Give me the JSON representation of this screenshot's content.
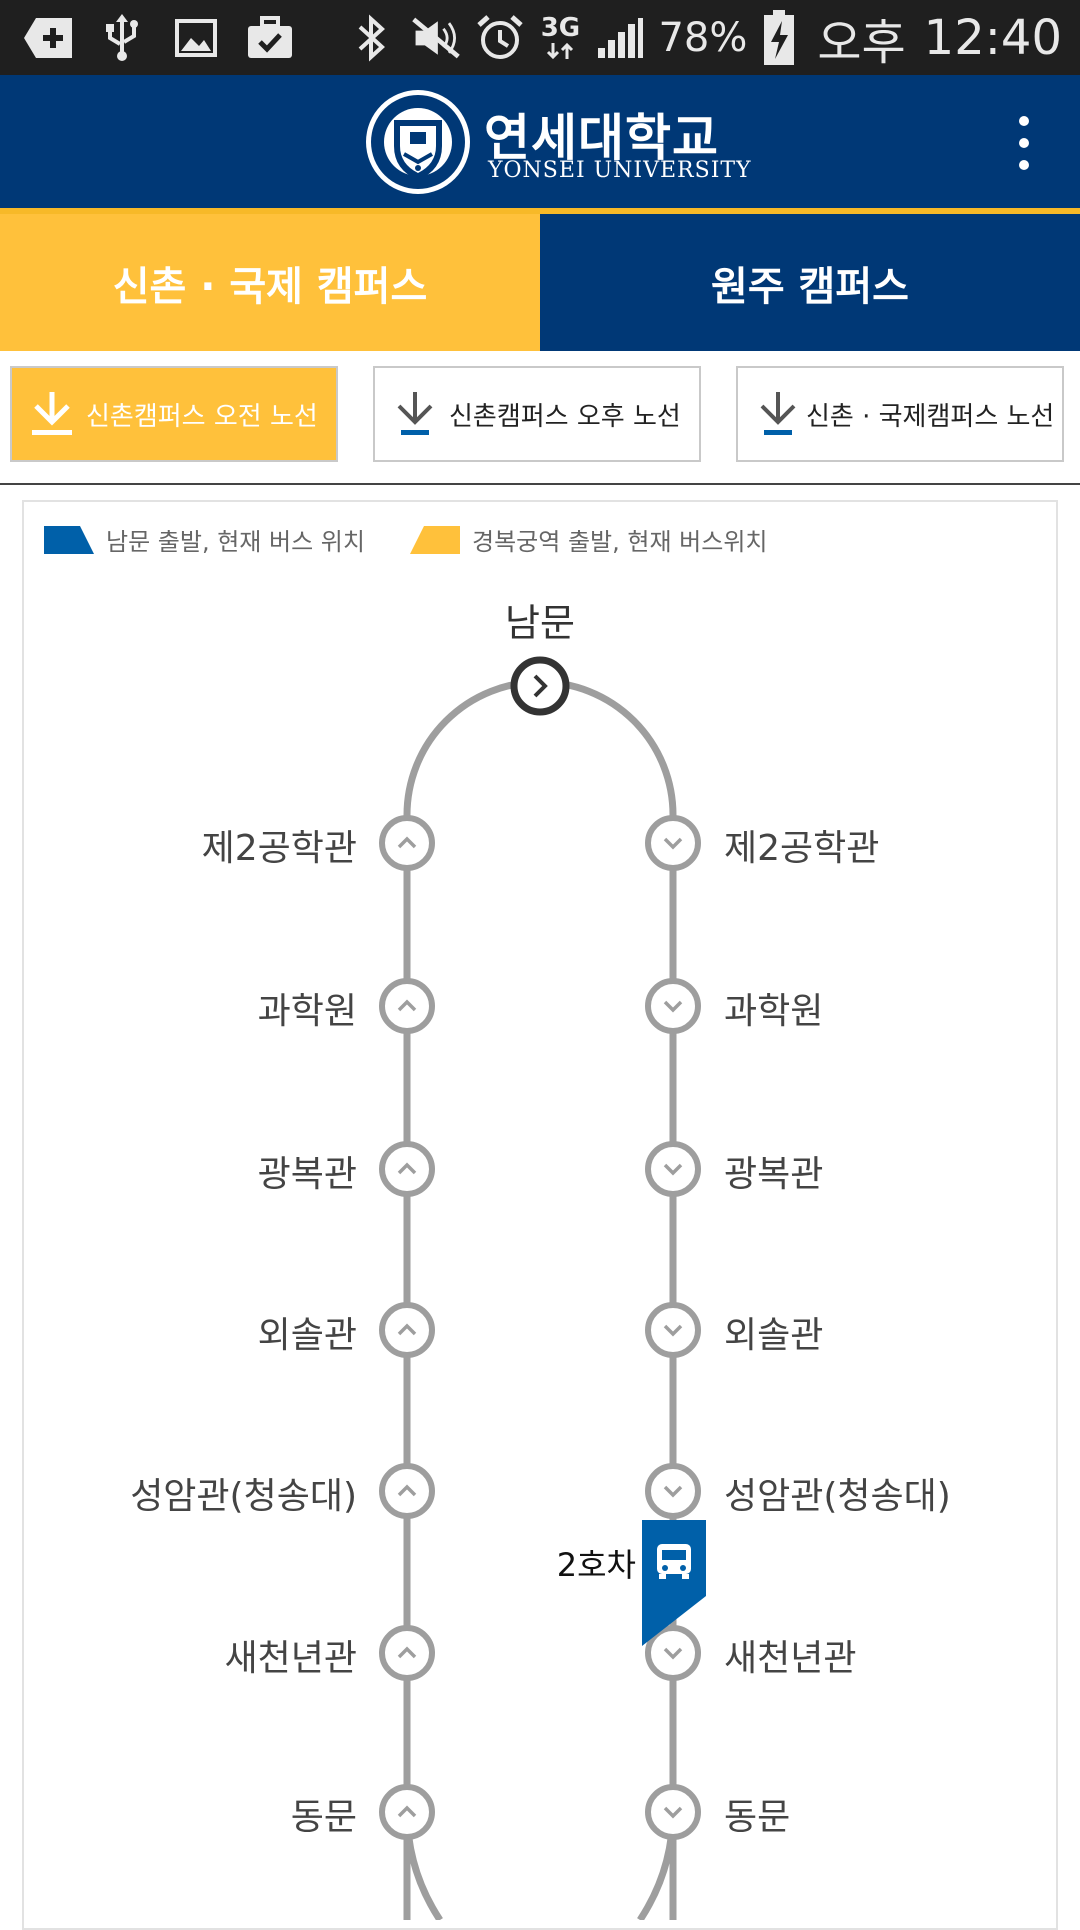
{
  "status_bar": {
    "battery": "78%",
    "ampm": "오후",
    "time": "12:40",
    "network": "3G",
    "icons": [
      "add-icon",
      "usb-icon",
      "image-icon",
      "briefcase-check-icon",
      "bluetooth-icon",
      "mute-icon",
      "alarm-icon",
      "3g-icon",
      "signal-icon",
      "battery-charging-icon"
    ]
  },
  "header": {
    "brand_ko": "연세대학교",
    "brand_en": "YONSEI UNIVERSITY",
    "menu_icon": "more-vert-icon"
  },
  "campus_tabs": [
    {
      "label": "신촌 · 국제 캠퍼스",
      "active": true
    },
    {
      "label": "원주 캠퍼스",
      "active": false
    }
  ],
  "route_buttons": [
    {
      "label": "신촌캠퍼스 오전 노선",
      "active": true
    },
    {
      "label": "신촌캠퍼스 오후 노선",
      "active": false
    },
    {
      "label": "신촌 · 국제캠퍼스 노선",
      "active": false
    }
  ],
  "legend": [
    {
      "label": "남문 출발, 현재 버스 위치",
      "color": "#0060a9"
    },
    {
      "label": "경복궁역 출발, 현재 버스위치",
      "color": "#ffc13b"
    }
  ],
  "route": {
    "top_stop": "남문",
    "left_stops": [
      "제2공학관",
      "과학원",
      "광복관",
      "외솔관",
      "성암관(청송대)",
      "새천년관",
      "동문"
    ],
    "right_stops": [
      "제2공학관",
      "과학원",
      "광복관",
      "외솔관",
      "성암관(청송대)",
      "새천년관",
      "동문"
    ]
  },
  "bus": {
    "label": "2호차",
    "color": "#0060a9",
    "icon": "bus-icon"
  },
  "colors": {
    "navy": "#003876",
    "gold": "#ffc13b",
    "route_line": "#9e9e9e"
  }
}
